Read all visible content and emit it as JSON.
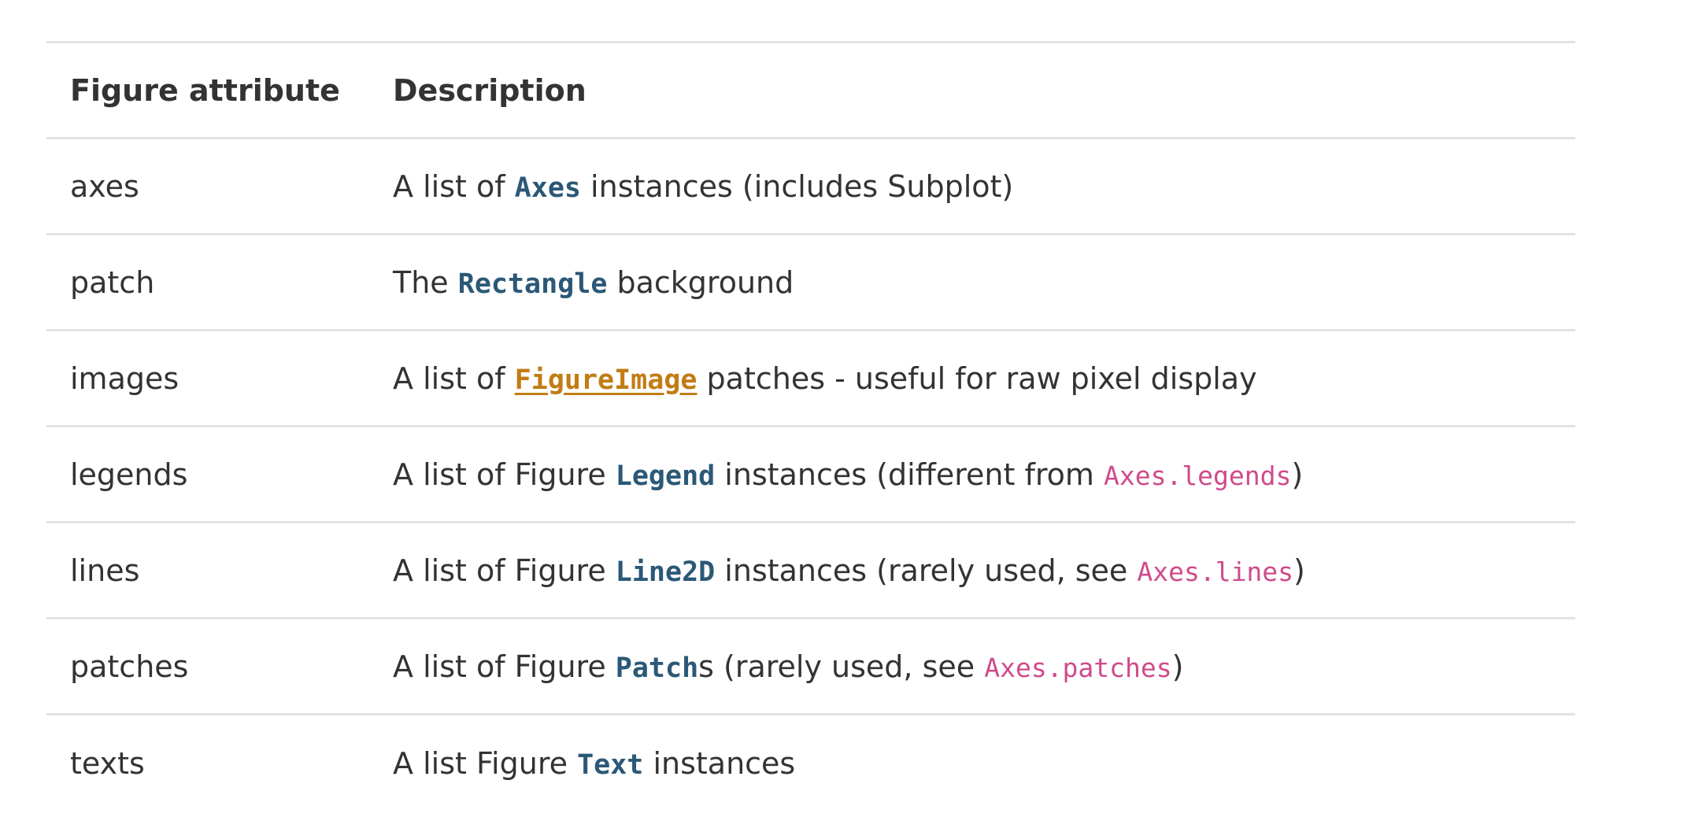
{
  "table": {
    "headers": {
      "attribute": "Figure attribute",
      "description": "Description"
    },
    "rows": [
      {
        "attribute": "axes",
        "desc_pre": "A list of ",
        "desc_code": "Axes",
        "desc_post": " instances (includes Subplot)"
      },
      {
        "attribute": "patch",
        "desc_pre": "The ",
        "desc_code": "Rectangle",
        "desc_post": " background"
      },
      {
        "attribute": "images",
        "desc_pre": "A list of ",
        "desc_code": "FigureImage",
        "desc_post": " patches - useful for raw pixel display"
      },
      {
        "attribute": "legends",
        "desc_pre": "A list of Figure ",
        "desc_code": "Legend",
        "desc_mid": " instances (different from ",
        "desc_literal": "Axes.legends",
        "desc_post": ")"
      },
      {
        "attribute": "lines",
        "desc_pre": "A list of Figure ",
        "desc_code": "Line2D",
        "desc_mid": " instances (rarely used, see ",
        "desc_literal": "Axes.lines",
        "desc_post": ")"
      },
      {
        "attribute": "patches",
        "desc_pre": "A list of Figure ",
        "desc_code": "Patch",
        "desc_mid": "s (rarely used, see ",
        "desc_literal": "Axes.patches",
        "desc_post": ")"
      },
      {
        "attribute": "texts",
        "desc_pre": "A list Figure ",
        "desc_code": "Text",
        "desc_post": " instances"
      }
    ]
  },
  "colors": {
    "code_ref": "#2b5877",
    "code_link": "#c27c14",
    "code_literal": "#d04a8c",
    "text": "#333333",
    "border": "#e1e4e5"
  }
}
